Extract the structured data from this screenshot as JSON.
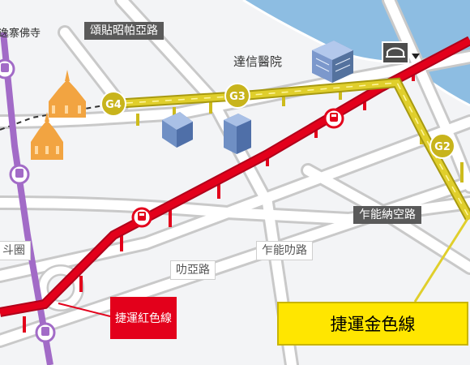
{
  "stations": {
    "g2": "G2",
    "g3": "G3",
    "g4": "G4"
  },
  "labels": {
    "temple": "逸寨佛寺",
    "road_songtie": "頌貼昭帕亞路",
    "hospital": "達信醫院",
    "road_zuonengna": "乍能納空路",
    "road_zuonengda": "乍能叻路",
    "road_dayalu": "叻亞路",
    "road_doujuan": "斗圈"
  },
  "legend": {
    "gold_line": "捷運金色線",
    "red_line": "捷運紅色線"
  },
  "icons": {
    "train": "train-icon",
    "pier": "pier-icon",
    "temple": "temple-icon",
    "building": "building-icon"
  },
  "colors": {
    "gold_line": "#d6c320",
    "red_line": "#e3001b",
    "purple_line": "#a26bc7",
    "river": "#7fb3dc",
    "road": "#ffffff"
  }
}
